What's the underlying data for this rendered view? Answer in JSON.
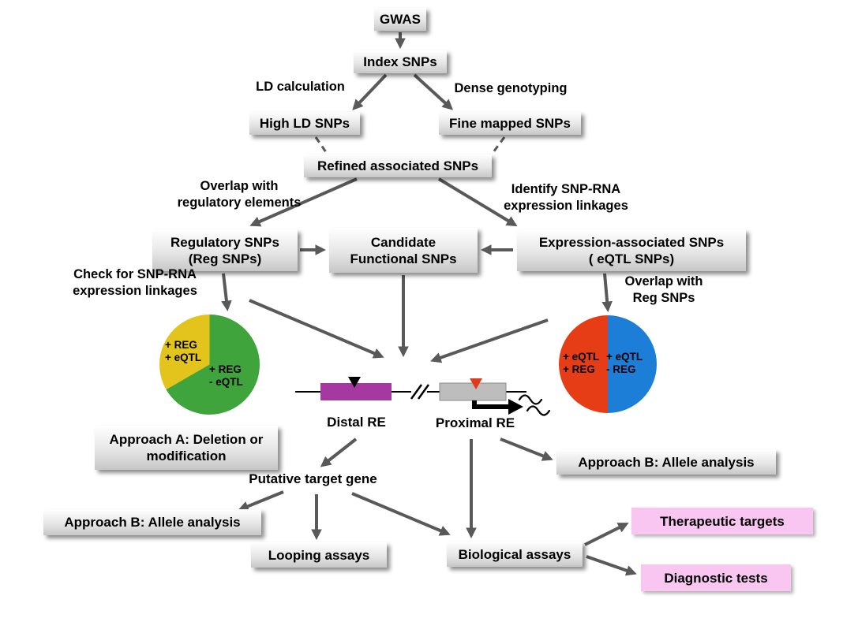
{
  "diagram": {
    "nodes": {
      "gwas": "GWAS",
      "index_snps": "Index SNPs",
      "high_ld_snps": "High LD SNPs",
      "fine_mapped_snps": "Fine mapped SNPs",
      "refined_snps": "Refined associated SNPs",
      "regulatory_snps": "Regulatory SNPs\n(Reg SNPs)",
      "candidate_snps": "Candidate\nFunctional SNPs",
      "expression_snps": "Expression-associated SNPs\n( eQTL SNPs)",
      "approach_a": "Approach A: Deletion or\nmodification",
      "approach_b_right": "Approach B: Allele analysis",
      "approach_b_left": "Approach B: Allele analysis",
      "looping_assays": "Looping assays",
      "biological_assays": "Biological assays",
      "therapeutic_targets": "Therapeutic targets",
      "diagnostic_tests": "Diagnostic tests"
    },
    "edge_labels": {
      "ld_calculation": "LD calculation",
      "dense_genotyping": "Dense genotyping",
      "overlap_regulatory": "Overlap with\nregulatory elements",
      "identify_snp_rna": "Identify SNP-RNA\nexpression linkages",
      "check_snp_rna": "Check for SNP-RNA\nexpression linkages",
      "overlap_reg_snps": "Overlap with\nReg SNPs",
      "putative_target_gene": "Putative target gene"
    },
    "gene_model": {
      "distal_label": "Distal RE",
      "proximal_label": "Proximal RE",
      "distal_color": "#a6399f",
      "proximal_color": "#bdbdbd",
      "distal_marker_color": "#000000",
      "proximal_marker_color": "#e03a1b"
    },
    "pies": {
      "left": {
        "slices": [
          {
            "label": "+ REG\n+ eQTL",
            "color": "#e3c41c",
            "start_deg": 240,
            "end_deg": 360
          },
          {
            "label": "+ REG\n- eQTL",
            "color": "#3ea43b",
            "start_deg": 0,
            "end_deg": 240
          }
        ]
      },
      "right": {
        "slices": [
          {
            "label": "+ eQTL\n+ REG",
            "color": "#e63d17",
            "start_deg": 180,
            "end_deg": 360
          },
          {
            "label": "+ eQTL\n- REG",
            "color": "#1d7ed8",
            "start_deg": 0,
            "end_deg": 180
          }
        ]
      }
    },
    "colors": {
      "arrow": "#595959",
      "node_bg_top": "#ffffff",
      "node_bg_bottom": "#c7c7c7",
      "pink_box": "#f9c6f2",
      "text": "#000000",
      "background": "#ffffff"
    }
  }
}
